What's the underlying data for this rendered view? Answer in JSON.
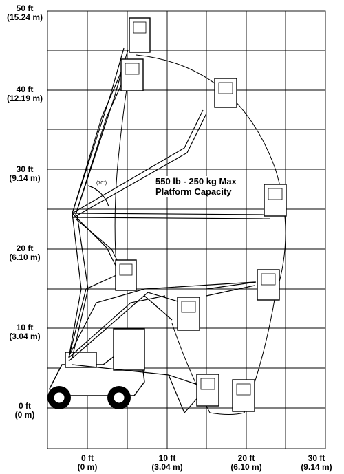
{
  "title": "",
  "y_axis": {
    "ticks": [
      {
        "ft": "50 ft",
        "m": "(15.24 m)"
      },
      {
        "ft": "40 ft",
        "m": "(12.19 m)"
      },
      {
        "ft": "30 ft",
        "m": "(9.14 m)"
      },
      {
        "ft": "20 ft",
        "m": "(6.10 m)"
      },
      {
        "ft": "10 ft",
        "m": "(3.04 m)"
      },
      {
        "ft": "0 ft",
        "m": "(0 m)"
      }
    ]
  },
  "x_axis": {
    "ticks": [
      {
        "ft": "0 ft",
        "m": "(0 m)"
      },
      {
        "ft": "10 ft",
        "m": "(3.04 m)"
      },
      {
        "ft": "20 ft",
        "m": "(6.10 m)"
      },
      {
        "ft": "30 ft",
        "m": "(9.14 m)"
      }
    ]
  },
  "capacity_label": {
    "line1": "550 lb - 250 kg Max",
    "line2": "Platform Capacity"
  },
  "jib_angle_label": "(70°)",
  "colors": {
    "line": "#000000",
    "grid": "#000000",
    "background": "#ffffff"
  }
}
